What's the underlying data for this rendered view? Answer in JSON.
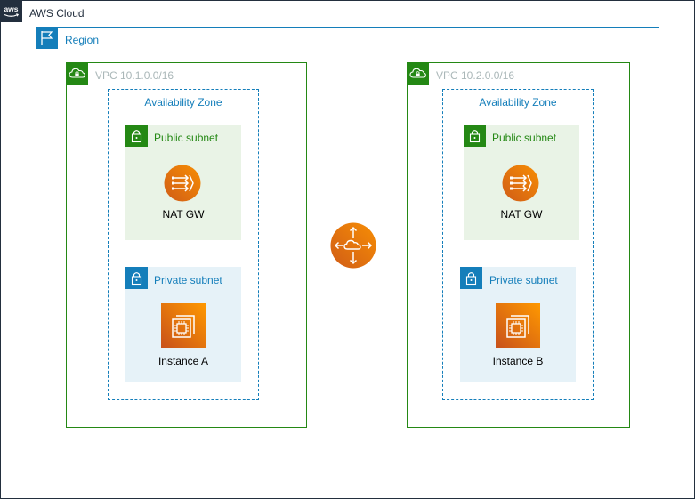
{
  "cloud": {
    "label": "AWS Cloud",
    "logo": "aws-logo"
  },
  "region": {
    "label": "Region",
    "icon": "flag-icon"
  },
  "vpcs": [
    {
      "label": "VPC 10.1.0.0/16",
      "az_label": "Availability Zone",
      "public_subnet": {
        "label": "Public subnet",
        "service": "NAT GW"
      },
      "private_subnet": {
        "label": "Private subnet",
        "service": "Instance A"
      }
    },
    {
      "label": "VPC 10.2.0.0/16",
      "az_label": "Availability Zone",
      "public_subnet": {
        "label": "Public subnet",
        "service": "NAT GW"
      },
      "private_subnet": {
        "label": "Private subnet",
        "service": "Instance B"
      }
    }
  ],
  "peering": {
    "icon": "vpc-peering-icon"
  },
  "colors": {
    "cloud_border": "#232f3e",
    "region_border": "#147eba",
    "vpc_border": "#248814",
    "public_fill": "#e9f3e6",
    "private_fill": "#e6f2f8",
    "label_blue": "#147eba",
    "label_green": "#248814",
    "vpc_text": "#aab7b8",
    "orange_start": "#f78e04",
    "orange_end": "#d05c17"
  }
}
